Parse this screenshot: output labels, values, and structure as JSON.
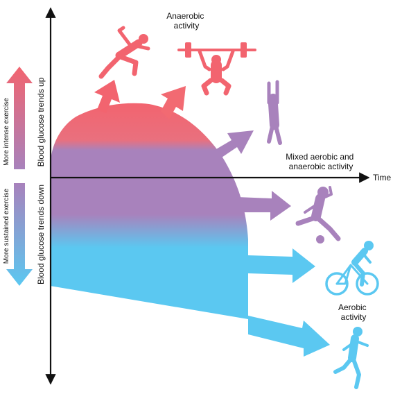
{
  "axis": {
    "time_label": "Time",
    "up_label": "Blood glucose trends up",
    "down_label": "Blood glucose trends down"
  },
  "side_scale": {
    "top_label": "More intense exercise",
    "bottom_label": "More sustained exercise"
  },
  "categories": {
    "anaerobic": [
      "Anaerobic",
      "activity"
    ],
    "mixed": [
      "Mixed aerobic and",
      "anaerobic activity"
    ],
    "aerobic": [
      "Aerobic",
      "activity"
    ]
  },
  "colors": {
    "red": "#f2646f",
    "purple": "#a882bc",
    "blue": "#5bc8f1",
    "axis": "#111111"
  },
  "icons": [
    "sprinter-icon",
    "weightlifter-icon",
    "volleyball-player-icon",
    "soccer-player-icon",
    "cyclist-icon",
    "runner-icon"
  ]
}
